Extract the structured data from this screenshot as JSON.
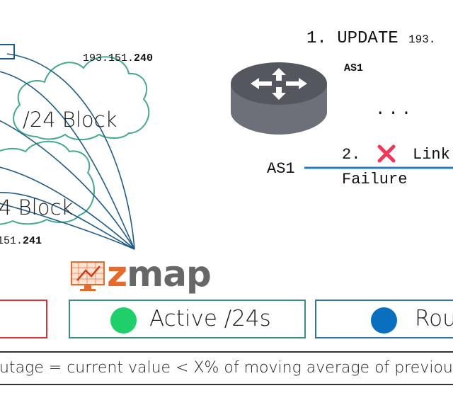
{
  "clouds": {
    "top": {
      "label": "/24 Block",
      "ip_prefix": "193.151.",
      "ip_octet": "240"
    },
    "bottom": {
      "label": "4 Block",
      "ip_prefix": "151.",
      "ip_octet": "241"
    }
  },
  "right_panel": {
    "step1_number": "1.",
    "step1_word": "UPDATE",
    "step1_ip": "193.",
    "step1_as": "AS1",
    "ellipsis": "...",
    "as1_label": "AS1",
    "step2_number": "2.",
    "step2_link": "Link",
    "step2_failure": "Failure",
    "fail_mark": "✕"
  },
  "logo": {
    "text": "zmap",
    "icon": "zmap-monitor-icon"
  },
  "legend": {
    "box1": {
      "color": "#d9343a"
    },
    "box2": {
      "label": "Active /24s",
      "border_color": "#3a8f85",
      "dot_color": "#1fcf6a"
    },
    "box3": {
      "label": "Rou",
      "border_color": "#2f6fb6",
      "dot_color": "#0a6fbe"
    }
  },
  "footer": {
    "text": "utage = current value < X% of moving average of previou"
  },
  "colors": {
    "cloud_stroke": "#46a98f",
    "arc_stroke": "#1f5b86",
    "link_line": "#2a7bbf",
    "router_body": "#6e7079",
    "router_top": "#55575f",
    "fail_x": "#f2365a",
    "zmap_text": "#676767",
    "zmap_orange": "#e66a2c"
  }
}
